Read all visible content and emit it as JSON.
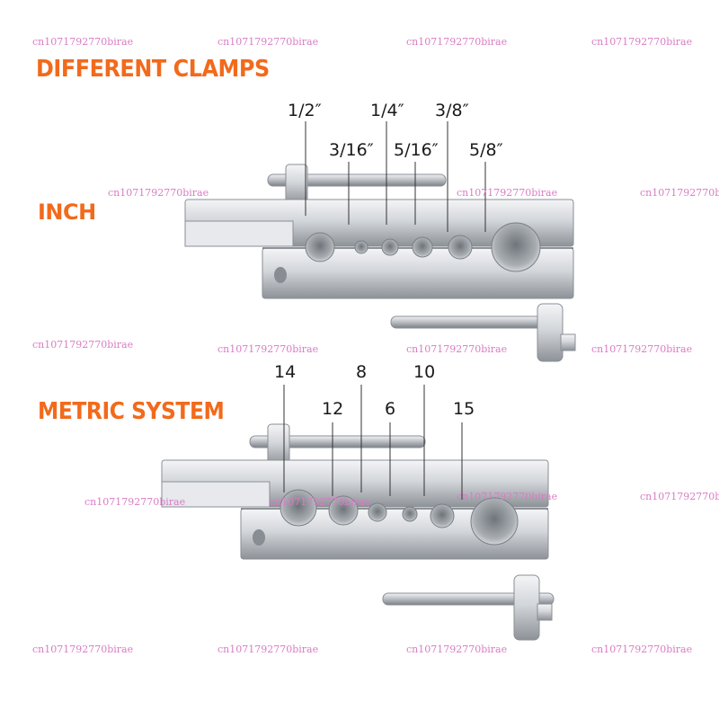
{
  "headings": {
    "different_clamps": "DIFFERENT CLAMPS",
    "inch": "INCH",
    "metric": "METRIC SYSTEM"
  },
  "inch_sizes": [
    "1/2″",
    "3/16″",
    "1/4″",
    "5/16″",
    "3/8″",
    "5/8″"
  ],
  "metric_sizes": [
    "14",
    "12",
    "8",
    "6",
    "10",
    "15"
  ],
  "watermark": "cn1071792770birae",
  "colors": {
    "heading": "#f26a1b",
    "watermark": "#d97cc4",
    "metal": "#c9cdd2"
  }
}
